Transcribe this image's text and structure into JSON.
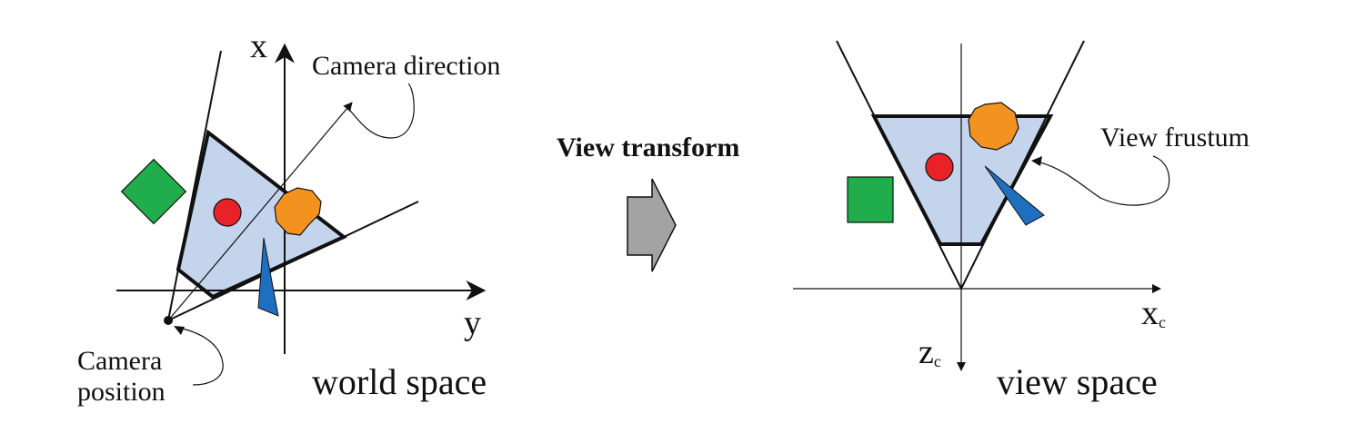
{
  "colors": {
    "frustum_fill": "#c4d4ec",
    "red_circle": "#e82226",
    "orange_octagon": "#f49220",
    "green_square": "#1fae4b",
    "blue_triangle": "#1f6fc0",
    "arrow_gray": "#a3a3a3",
    "line": "#111111"
  },
  "left": {
    "axis_x": "x",
    "axis_y": "y",
    "camera_direction": "Camera direction",
    "camera_position_line1": "Camera",
    "camera_position_line2": "position",
    "space_label": "world space"
  },
  "middle": {
    "transform_label": "View transform",
    "arrow_icon": "right-block-arrow"
  },
  "right": {
    "axis_x_main": "x",
    "axis_x_sub": "c",
    "axis_z_main": "z",
    "axis_z_sub": "c",
    "frustum_label": "View frustum",
    "space_label": "view space"
  }
}
